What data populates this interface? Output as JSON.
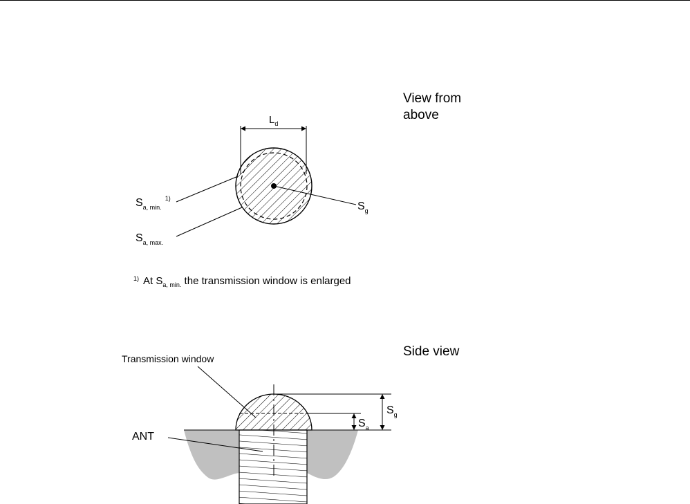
{
  "top_view": {
    "heading_line1": "View from",
    "heading_line2": "above",
    "label_ld_main": "L",
    "label_ld_sub": "d",
    "label_sa_min_main": "S",
    "label_sa_min_sub": "a, min.",
    "label_sa_min_note": "1)",
    "label_sa_max_main": "S",
    "label_sa_max_sub": "a, max.",
    "label_sg_main": "S",
    "label_sg_sub": "g"
  },
  "footnote": {
    "marker": "1)",
    "text_before": "At S",
    "text_sub": "a, min.",
    "text_after": " the transmission window is enlarged"
  },
  "side_view": {
    "heading": "Side view",
    "label_transmission_window": "Transmission window",
    "label_ant": "ANT",
    "label_sa_main": "S",
    "label_sa_sub": "a",
    "label_sg_main": "S",
    "label_sg_sub": "g"
  },
  "colors": {
    "line": "#000000",
    "ground_fill": "#c0c0c0",
    "background": "#ffffff"
  }
}
